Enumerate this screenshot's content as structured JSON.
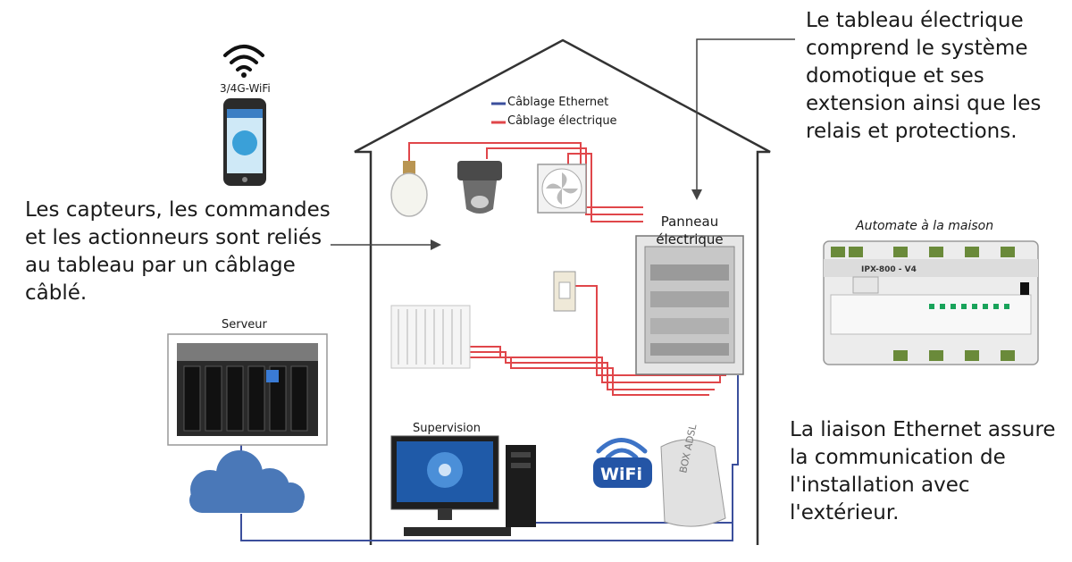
{
  "texts": {
    "phone_label": "3/4G-WiFi",
    "legend_ethernet": "Câblage Ethernet",
    "legend_electric": "Câblage électrique",
    "panel_label": "Panneau électrique",
    "server_label": "Serveur",
    "supervision_label": "Supervision",
    "automate_caption": "Automate à la maison",
    "automate_model": "IPX-800 - V4",
    "wifi_logo": "WiFi",
    "box_label": "BOX ADSL",
    "top_right_paragraph": "Le tableau électrique comprend le système domotique et ses extension ainsi que les relais et protections.",
    "left_paragraph": "Les capteurs, les commandes et les actionneurs sont reliés au tableau par un câblage câblé.",
    "bottom_right_paragraph": "La liaison Ethernet assure la communication de l'installation avec l'extérieur."
  },
  "colors": {
    "ethernet": "#3b4f9c",
    "electric": "#e0464a",
    "arrow": "#444444",
    "house": "#333333"
  },
  "icons": [
    "wifi-icon",
    "smartphone-icon",
    "light-bulb-icon",
    "motion-sensor-icon",
    "fan-icon",
    "switch-icon",
    "radiator-icon",
    "electrical-panel-icon",
    "server-room-icon",
    "cloud-icon",
    "computer-icon",
    "tower-pc-icon",
    "wifi-logo-icon",
    "adsl-box-icon",
    "automate-module-icon"
  ]
}
